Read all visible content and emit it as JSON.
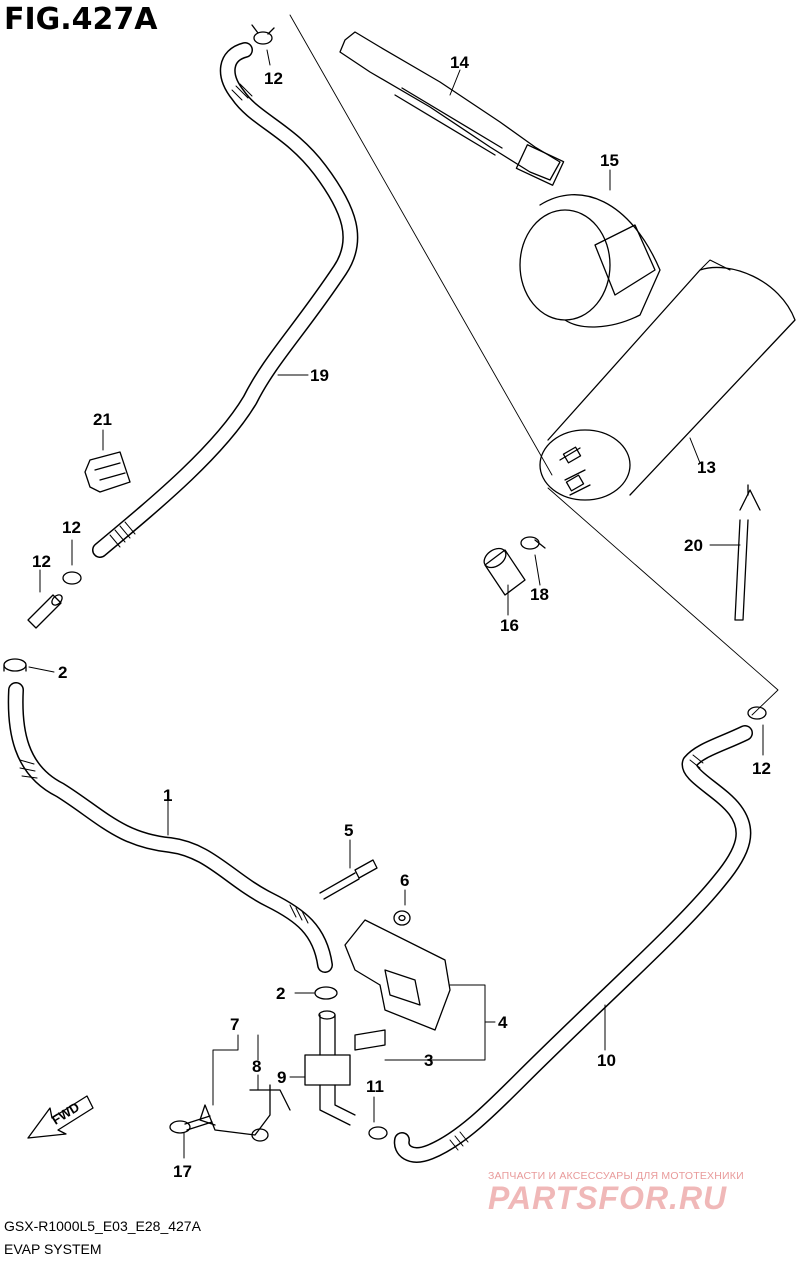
{
  "figure": {
    "title": "FIG.427A",
    "code": "GSX-R1000L5_E03_E28_427A",
    "name": "EVAP SYSTEM",
    "fwd_label": "FWD"
  },
  "callouts": [
    "1",
    "2",
    "2",
    "3",
    "4",
    "5",
    "6",
    "7",
    "8",
    "9",
    "10",
    "11",
    "12",
    "12",
    "12",
    "12",
    "13",
    "14",
    "15",
    "16",
    "17",
    "18",
    "19",
    "20",
    "21"
  ],
  "watermark": {
    "line1": "ЗАПЧАСТИ И АКСЕССУАРЫ ДЛЯ МОТОТЕХНИКИ",
    "line2": "PARTSFOR.RU"
  }
}
